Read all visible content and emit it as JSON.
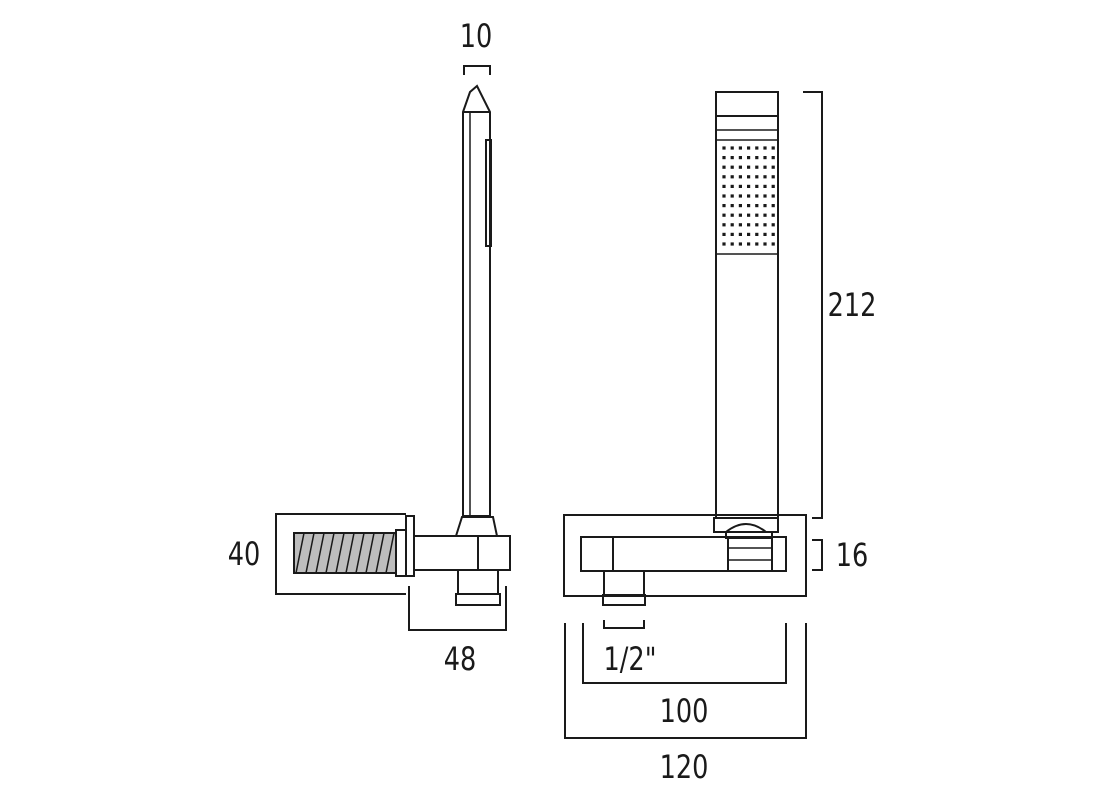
{
  "dimensions": {
    "nozzle_width": "10",
    "inlet_height": "40",
    "side_depth": "48",
    "handset_length": "212",
    "elbow_height": "16",
    "thread_size": "1/2\"",
    "inner_width": "100",
    "overall_width": "120"
  },
  "colors": {
    "line": "#1a1a1a",
    "thread_fill": "#bdbdbd",
    "background": "#ffffff"
  }
}
